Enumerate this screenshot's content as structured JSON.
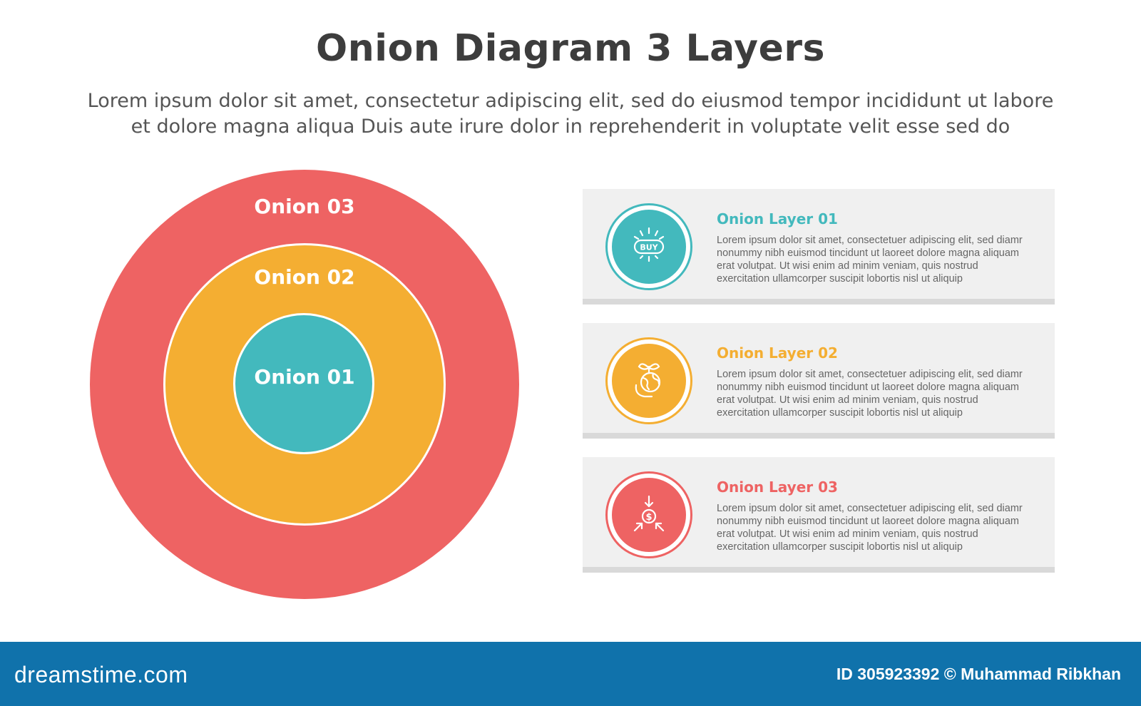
{
  "title": "Onion Diagram 3 Layers",
  "subtitle_line1": "Lorem ipsum dolor sit amet, consectetur adipiscing elit, sed do eiusmod tempor incididunt ut labore",
  "subtitle_line2": "et dolore magna aliqua Duis aute irure dolor in reprehenderit in voluptate velit esse sed do",
  "onion": {
    "outer_label": "Onion 03",
    "middle_label": "Onion 02",
    "inner_label": "Onion 01",
    "outer_color": "#ee6363",
    "middle_color": "#f4ae32",
    "inner_color": "#43b9bd"
  },
  "layers": [
    {
      "heading": "Onion Layer 01",
      "color": "#43b9bd",
      "icon": "buy-tag-icon",
      "icon_text": "BUY",
      "body": "Lorem ipsum dolor sit amet, consectetuer adipiscing elit, sed diamr nonummy nibh euismod tincidunt ut laoreet dolore magna aliquam erat volutpat. Ut wisi enim ad minim veniam, quis nostrud exercitation ullamcorper suscipit lobortis nisl ut aliquip"
    },
    {
      "heading": "Onion Layer 02",
      "color": "#f4ae32",
      "icon": "globe-plant-icon",
      "body": "Lorem ipsum dolor sit amet, consectetuer adipiscing elit, sed diamr nonummy nibh euismod tincidunt ut laoreet dolore magna aliquam erat volutpat. Ut wisi enim ad minim veniam, quis nostrud exercitation ullamcorper suscipit lobortis nisl ut aliquip"
    },
    {
      "heading": "Onion Layer 03",
      "color": "#ee6363",
      "icon": "dollar-arrows-icon",
      "icon_text": "$",
      "body": "Lorem ipsum dolor sit amet, consectetuer adipiscing elit, sed diamr nonummy nibh euismod tincidunt ut laoreet dolore magna aliquam erat volutpat. Ut wisi enim ad minim veniam, quis nostrud exercitation ullamcorper suscipit lobortis nisl ut aliquip"
    }
  ],
  "footer": {
    "brand": "dreamstime.com",
    "credit": "ID 305923392 © Muhammad Ribkhan",
    "bar_color": "#1072ab"
  }
}
